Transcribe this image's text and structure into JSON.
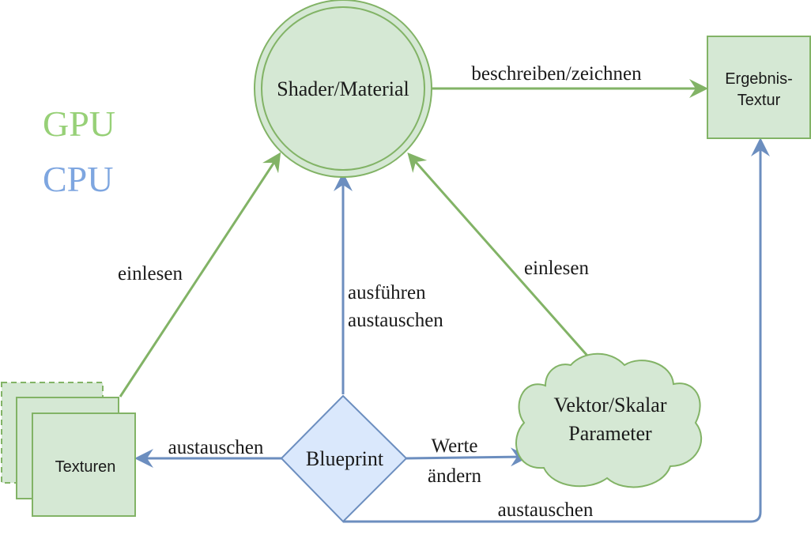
{
  "colors": {
    "gpu": "#82b366",
    "cpu": "#6c8ebf",
    "gpu_fill": "#d5e8d4",
    "cpu_fill": "#dae8fc",
    "legend_gpu": "#97d077",
    "legend_cpu": "#7ea6e0"
  },
  "legend": {
    "gpu": "GPU",
    "cpu": "CPU"
  },
  "nodes": {
    "shader": "Shader/Material",
    "result": [
      "Ergebnis-",
      "Textur"
    ],
    "textures": "Texturen",
    "blueprint": "Blueprint",
    "params": [
      "Vektor/Skalar",
      "Parameter"
    ]
  },
  "edges": {
    "shader_to_result": "beschreiben/zeichnen",
    "textures_to_shader": "einlesen",
    "params_to_shader": "einlesen",
    "blueprint_to_shader": [
      "ausführen",
      "austauschen"
    ],
    "blueprint_to_textures": "austauschen",
    "blueprint_to_params": [
      "Werte",
      "ändern"
    ],
    "blueprint_to_result": "austauschen"
  }
}
